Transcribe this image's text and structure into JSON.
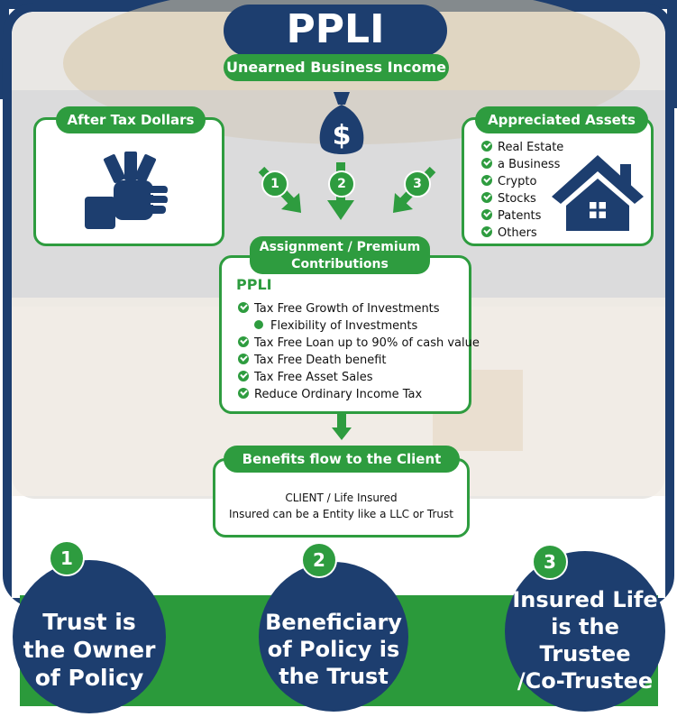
{
  "colors": {
    "navy": "#1d3e6f",
    "green": "#2e9c3f",
    "bottom_green": "#2b9a3b"
  },
  "title": "PPLI",
  "subtitle": "Unearned Business Income",
  "left_box": {
    "header": "After Tax Dollars",
    "icon": "hand-holding-cash-icon"
  },
  "center_icon": "money-bag-icon",
  "right_box": {
    "header": "Appreciated Assets",
    "items": [
      "Real Estate",
      "a Business",
      "Crypto",
      "Stocks",
      "Patents",
      "Others"
    ],
    "icon": "house-icon"
  },
  "arrows": [
    {
      "label": "1"
    },
    {
      "label": "2"
    },
    {
      "label": "3"
    }
  ],
  "center_box": {
    "header_line1": "Assignment / Premium",
    "header_line2": "Contributions",
    "title": "PPLI",
    "items": [
      {
        "text": "Tax Free Growth of Investments",
        "sub": false
      },
      {
        "text": "Flexibility of Investments",
        "sub": true
      },
      {
        "text": "Tax Free Loan up to 90% of cash value",
        "sub": false
      },
      {
        "text": "Tax Free Death benefit",
        "sub": false
      },
      {
        "text": "Tax Free Asset Sales",
        "sub": false
      },
      {
        "text": "Reduce Ordinary Income Tax",
        "sub": false
      }
    ]
  },
  "bottom_box": {
    "header": "Benefits flow to the Client",
    "line1": "CLIENT / Life Insured",
    "line2": "Insured can be a Entity like a LLC or Trust"
  },
  "circles": [
    {
      "number": "1",
      "text": "Trust is the Owner of Policy"
    },
    {
      "number": "2",
      "text": "Beneficiary of Policy is the Trust"
    },
    {
      "number": "3",
      "text": "Insured Life is the Trustee /Co-Trustee"
    }
  ]
}
